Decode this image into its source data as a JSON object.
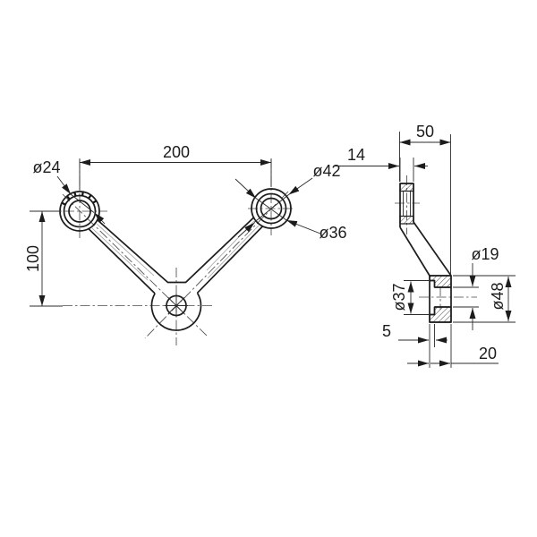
{
  "drawing": {
    "background": "#ffffff",
    "ink": "#1c1c1c",
    "labels": {
      "span": "200",
      "height": "100",
      "d24": "ø24",
      "d42": "ø42",
      "d36": "ø36",
      "depth": "50",
      "tube_width": "14",
      "d19": "ø19",
      "d37": "ø37",
      "d48": "ø48",
      "recess_depth": "5",
      "boss_thickness": "20"
    }
  }
}
